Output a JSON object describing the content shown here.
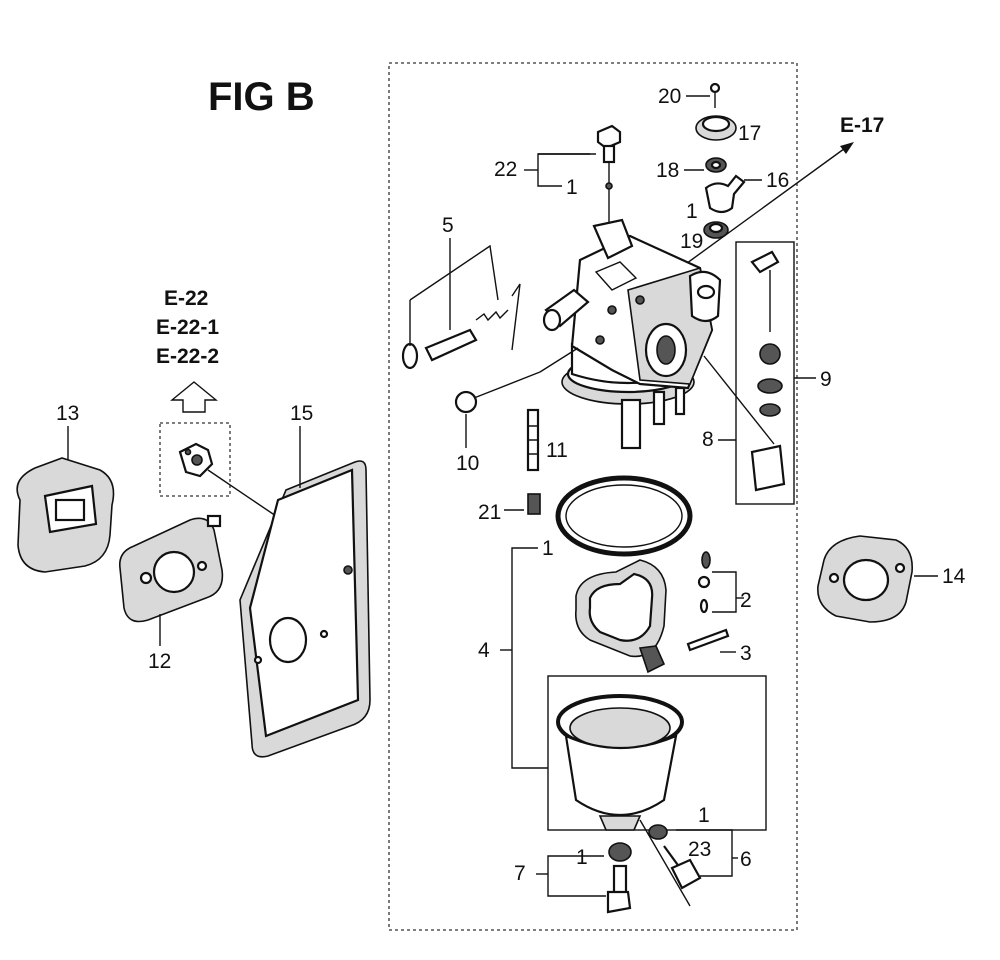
{
  "figure_title": "FIG B",
  "refs": {
    "e22": "E-22",
    "e22_1": "E-22-1",
    "e22_2": "E-22-2",
    "e17": "E-17"
  },
  "callouts": {
    "c1_top": "1",
    "c1_upper": "1",
    "c1_bowl_gasket": "1",
    "c1_drain": "1",
    "c1_bolt": "1",
    "c2": "2",
    "c3": "3",
    "c4": "4",
    "c5": "5",
    "c6": "6",
    "c7": "7",
    "c8": "8",
    "c9": "9",
    "c10": "10",
    "c11": "11",
    "c12": "12",
    "c13": "13",
    "c14": "14",
    "c15": "15",
    "c16": "16",
    "c17": "17",
    "c18": "18",
    "c19": "19",
    "c20": "20",
    "c21": "21",
    "c22": "22",
    "c23": "23"
  }
}
